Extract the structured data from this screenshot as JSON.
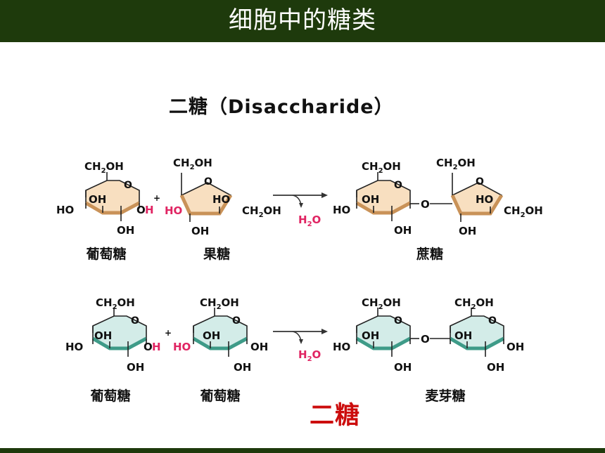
{
  "header": {
    "title": "细胞中的糖类"
  },
  "section_title": "二糖（Disaccharide）",
  "groups": {
    "OH": "OH",
    "HO": "HO",
    "O": "O",
    "CH2": "CH",
    "sub2": "2",
    "OH_tail": "OH",
    "H2O_H": "H",
    "H2O_O": "O"
  },
  "names": {
    "glucose": "葡萄糖",
    "fructose": "果糖",
    "sucrose": "蔗糖",
    "maltose": "麦芽糖"
  },
  "footer_label": "二糖",
  "colors": {
    "header_bg": "#1e3a0c",
    "hexose_fill": "#f8dfc0",
    "hexose_edge": "#c99258",
    "glucose2_fill": "#d3ece8",
    "glucose2_edge": "#3e9b88",
    "highlight": "#e02462",
    "footer_label": "#cc0d0d"
  }
}
